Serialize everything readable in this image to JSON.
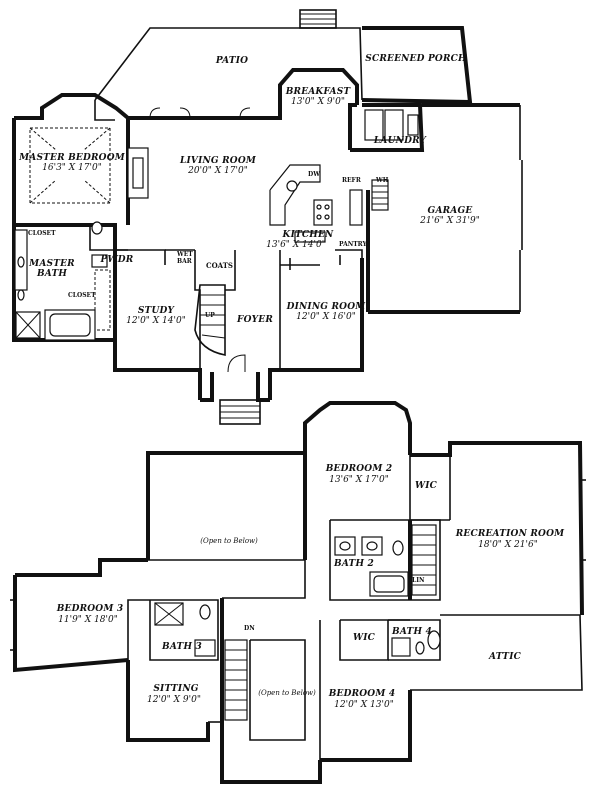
{
  "first_floor": {
    "patio": "PATIO",
    "screened_porch": "SCREENED PORCH",
    "breakfast": {
      "name": "BREAKFAST",
      "size": "13'0\" X 9'0\""
    },
    "master_bedroom": {
      "name": "MASTER BEDROOM",
      "size": "16'3\" X 17'0\""
    },
    "living_room": {
      "name": "LIVING ROOM",
      "size": "20'0\" X 17'0\""
    },
    "laundry": "LAUNDRY",
    "garage": {
      "name": "GARAGE",
      "size": "21'6\" X 31'9\""
    },
    "kitchen": {
      "name": "KITCHEN",
      "size": "13'6\" X 14'0\""
    },
    "closet_upper": "CLOSET",
    "closet_lower": "CLOSET",
    "master_bath": {
      "line1": "MASTER",
      "line2": "BATH"
    },
    "pwdr": "PWDR",
    "wet_bar": {
      "line1": "WET",
      "line2": "BAR"
    },
    "coats": "COATS",
    "pantry": "PANTRY",
    "study": {
      "name": "STUDY",
      "size": "12'0\" X 14'0\""
    },
    "foyer": "FOYER",
    "dining_room": {
      "name": "DINING ROOM",
      "size": "12'0\" X 16'0\""
    },
    "up": "UP",
    "dw": "DW",
    "refr": "REFR",
    "wh": "WH"
  },
  "second_floor": {
    "bedroom_2": {
      "name": "BEDROOM 2",
      "size": "13'6\" X 17'0\""
    },
    "wic_upper": "WIC",
    "recreation_room": {
      "name": "RECREATION ROOM",
      "size": "18'0\" X 21'6\""
    },
    "open_to_below_1": "(Open to Below)",
    "bath_2": "BATH 2",
    "bedroom_3": {
      "name": "BEDROOM 3",
      "size": "11'9\" X 18'0\""
    },
    "bath_3": "BATH 3",
    "wic_lower": "WIC",
    "bath_4": "BATH 4",
    "attic": "ATTIC",
    "sitting": {
      "name": "SITTING",
      "size": "12'0\" X 9'0\""
    },
    "open_to_below_2": "(Open to Below)",
    "bedroom_4": {
      "name": "BEDROOM 4",
      "size": "12'0\" X 13'0\""
    },
    "dn": "DN",
    "lin": "LIN"
  }
}
